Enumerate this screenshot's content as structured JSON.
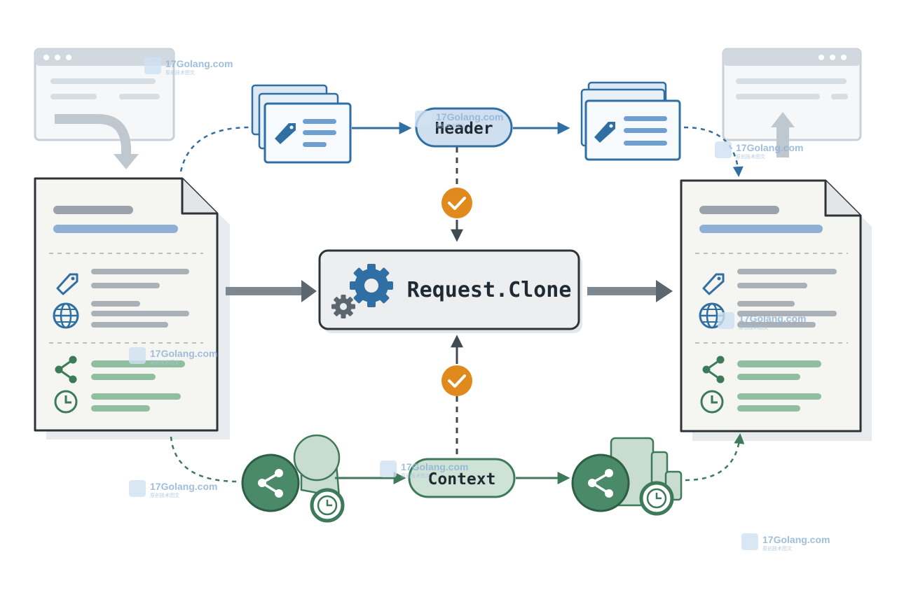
{
  "diagram": {
    "center_label": "Request.Clone",
    "header_label": "Header",
    "context_label": "Context"
  },
  "watermark": {
    "brand": "17Golang.com",
    "tagline": "原创技术图文"
  },
  "colors": {
    "blue": "#2f6fa3",
    "green": "#3c7a5a",
    "orange": "#e08a1e",
    "gray": "#5b6670"
  }
}
